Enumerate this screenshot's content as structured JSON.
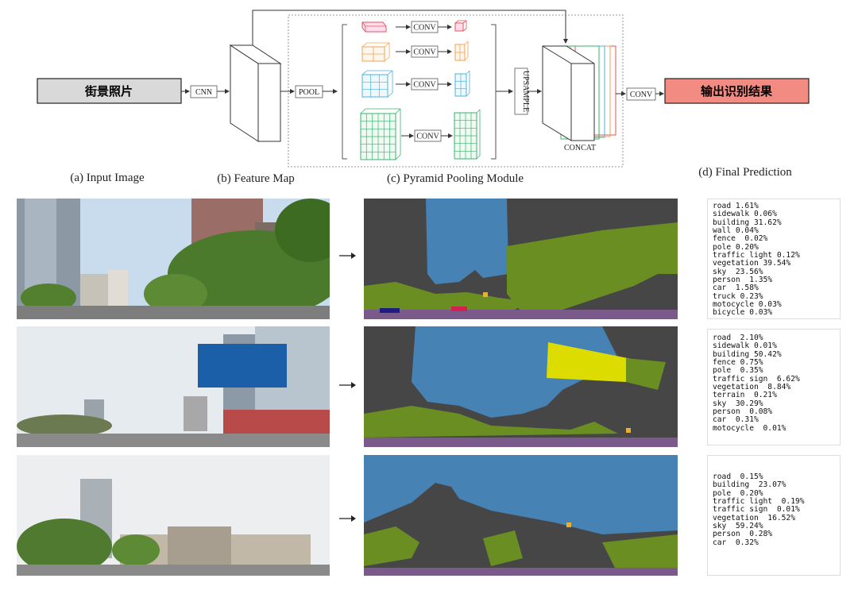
{
  "input_label": "街景照片",
  "output_label": "输出识别结果",
  "ops": {
    "cnn": "CNN",
    "pool": "POOL",
    "conv": "CONV",
    "upsample": "UPSAMPLE",
    "concat": "CONCAT"
  },
  "captions": {
    "a": "(a) Input Image",
    "b": "(b) Feature Map",
    "c": "(c) Pyramid Pooling Module",
    "d": "(d) Final Prediction"
  },
  "colors": {
    "input_box": "#d9d9d9",
    "output_box": "#f28b82",
    "pyramid_red": "#e0565b",
    "pyramid_orange": "#f0a050",
    "pyramid_blue": "#4ab3e0",
    "pyramid_green": "#3bb36e",
    "seg_sky": "#4682b4",
    "seg_building": "#464646",
    "seg_vegetation": "#6b8e23",
    "seg_sign": "#dcdc00"
  },
  "predictions": [
    {
      "items": [
        "road 1.61%",
        "sidewalk 0.06%",
        "building 31.62%",
        "wall 0.04%",
        "fence  0.02%",
        "pole 0.20%",
        "traffic light 0.12%",
        "vegetation 39.54%",
        "sky  23.56%",
        "person  1.35%",
        "car  1.58%",
        "truck 0.23%",
        "motocycle 0.03%",
        "bicycle 0.03%"
      ]
    },
    {
      "items": [
        "road  2.10%",
        "sidewalk 0.01%",
        "building 50.42%",
        "fence 0.75%",
        "pole  0.35%",
        "traffic sign  6.62%",
        "vegetation  8.84%",
        "terrain  0.21%",
        "sky  30.29%",
        "person  0.08%",
        "car  0.31%",
        "motocycle  0.01%"
      ]
    },
    {
      "items": [
        "road  0.15%",
        "building  23.07%",
        "pole  0.20%",
        "traffic light  0.19%",
        "traffic sign  0.01%",
        "vegetation  16.52%",
        "sky  59.24%",
        "person  0.28%",
        "car  0.32%"
      ]
    }
  ]
}
